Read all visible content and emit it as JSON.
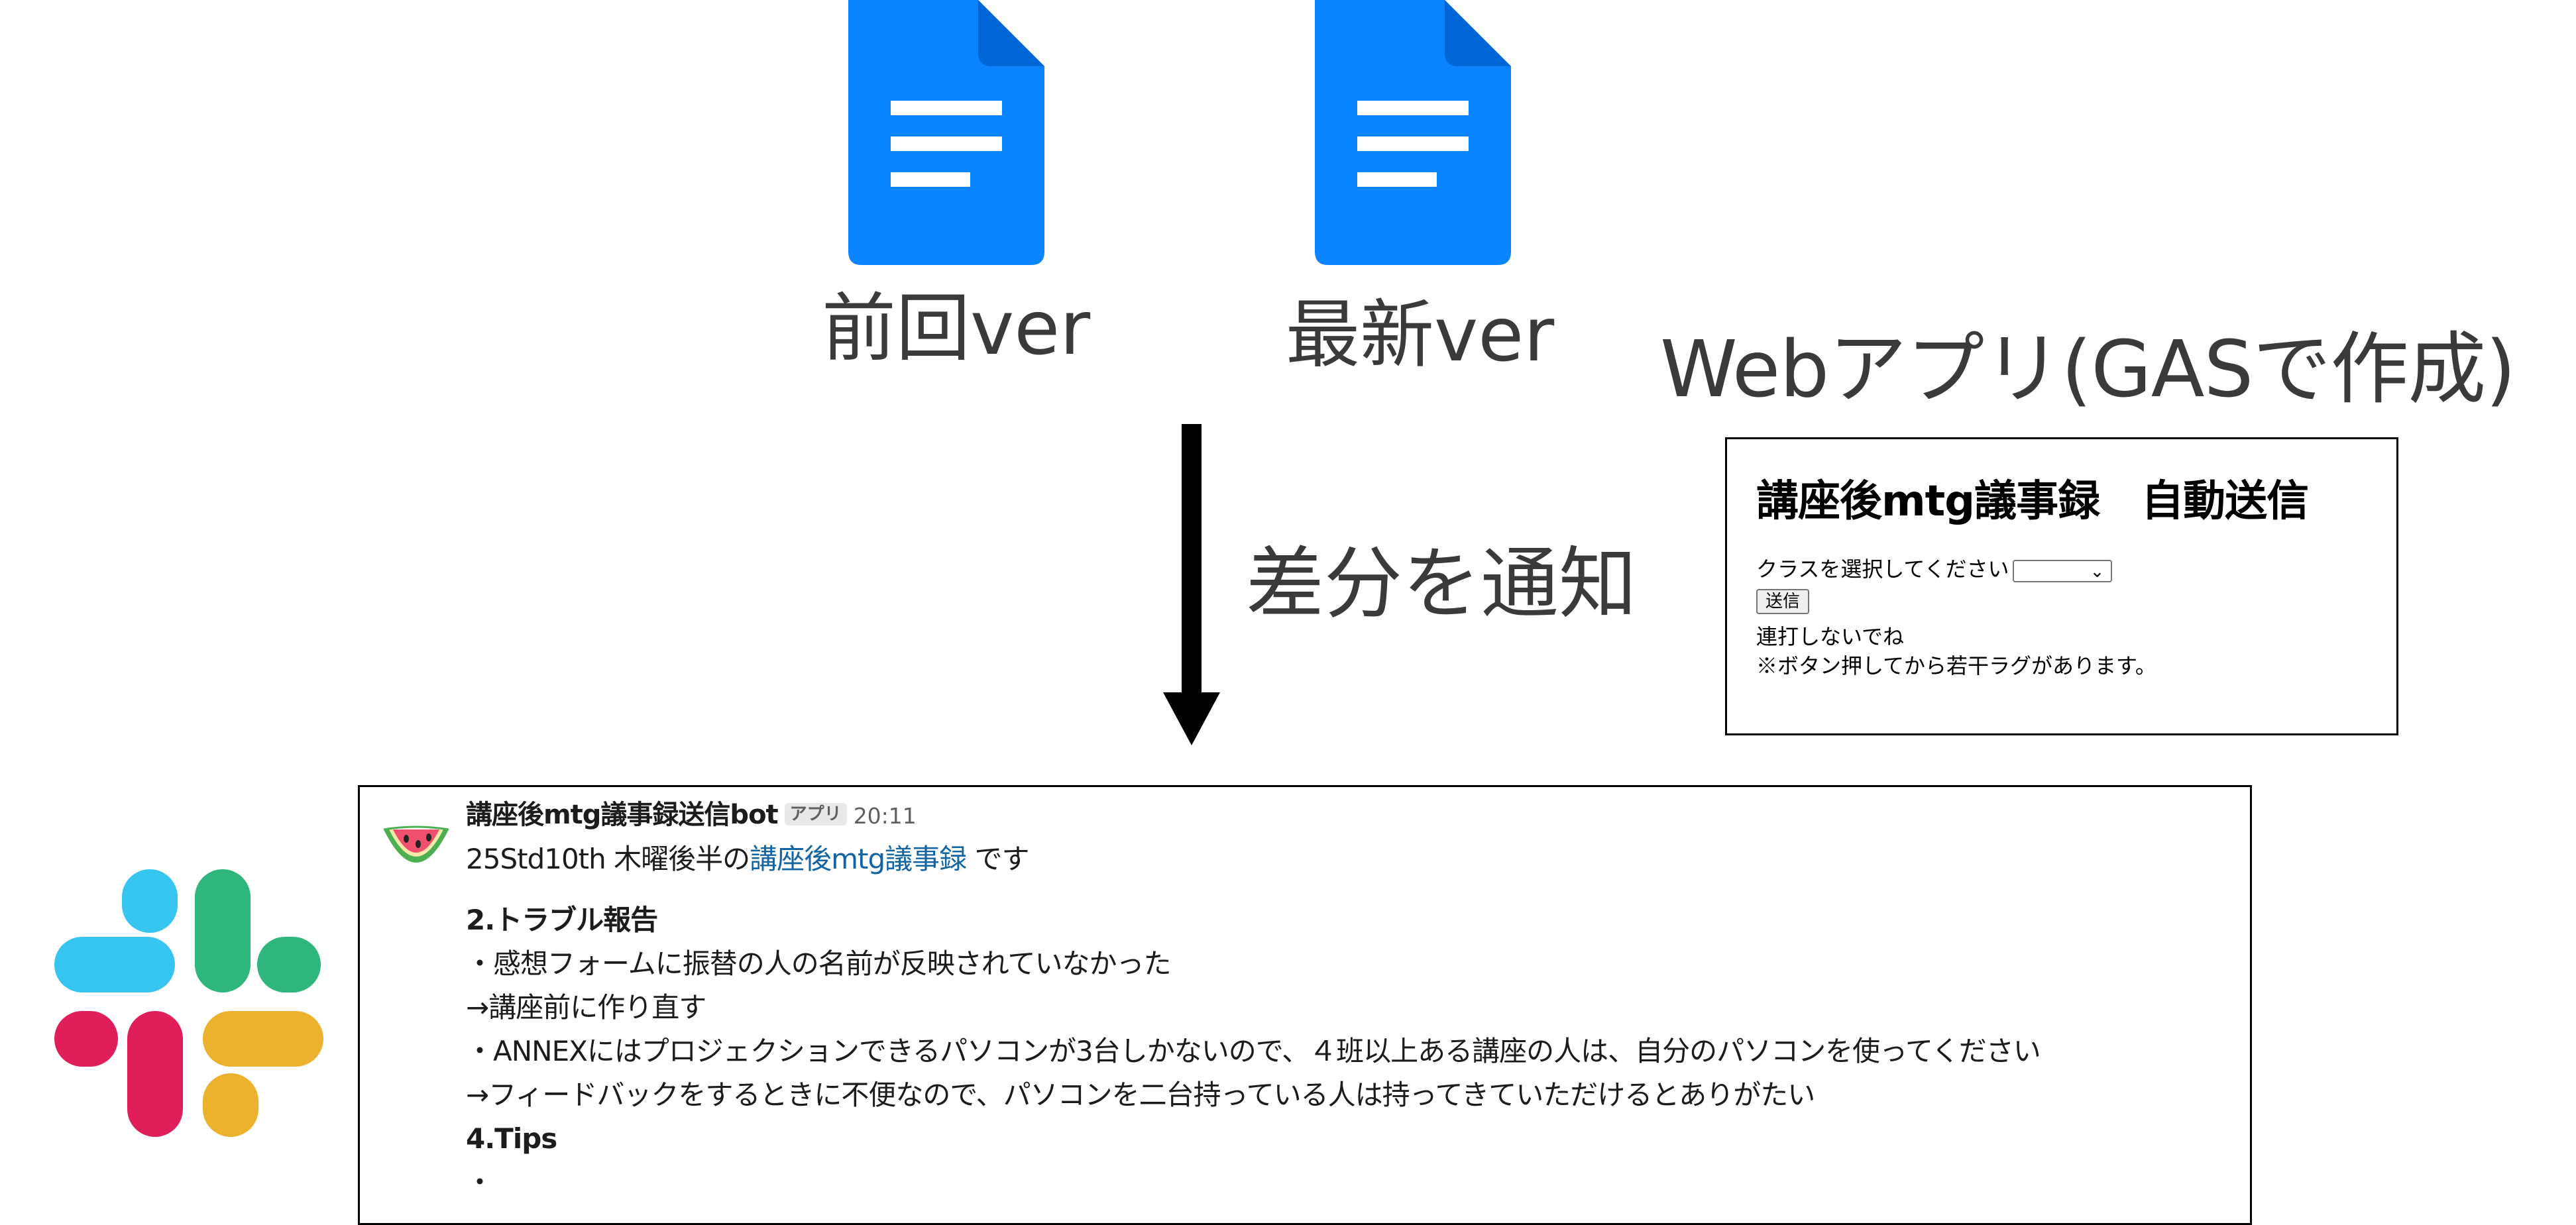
{
  "docs": {
    "previous": {
      "label": "前回ver",
      "icon": "google-docs-icon"
    },
    "latest": {
      "label": "最新ver",
      "icon": "google-docs-icon"
    }
  },
  "arrow": {
    "label": "差分を通知"
  },
  "webapp": {
    "caption": "Webアプリ(GASで作成)",
    "title": "講座後mtg議事録　自動送信",
    "select_prompt": "クラスを選択してください",
    "select_value": "",
    "submit_label": "送信",
    "note1": "連打しないでね",
    "note2": "※ボタン押してから若干ラグがあります。"
  },
  "slack": {
    "logo": "slack-logo-icon",
    "avatar_icon": "watermelon-icon",
    "bot_name": "講座後mtg議事録送信bot",
    "badge": "アプリ",
    "time": "20:11",
    "intro_prefix": "25Std10th 木曜後半の",
    "intro_link": "講座後mtg議事録",
    "intro_suffix": " です",
    "lines": [
      "2.トラブル報告",
      "・感想フォームに振替の人の名前が反映されていなかった",
      "→講座前に作り直す",
      "・ANNEXにはプロジェクションできるパソコンが3台しかないので、４班以上ある講座の人は、自分のパソコンを使ってください",
      "→フィードバックをするときに不便なので、パソコンを二台持っている人は持ってきていただけるとありがたい",
      "4.Tips",
      "・"
    ]
  },
  "colors": {
    "docs_blue": "#1a73e8",
    "slack_link": "#1264a3"
  }
}
